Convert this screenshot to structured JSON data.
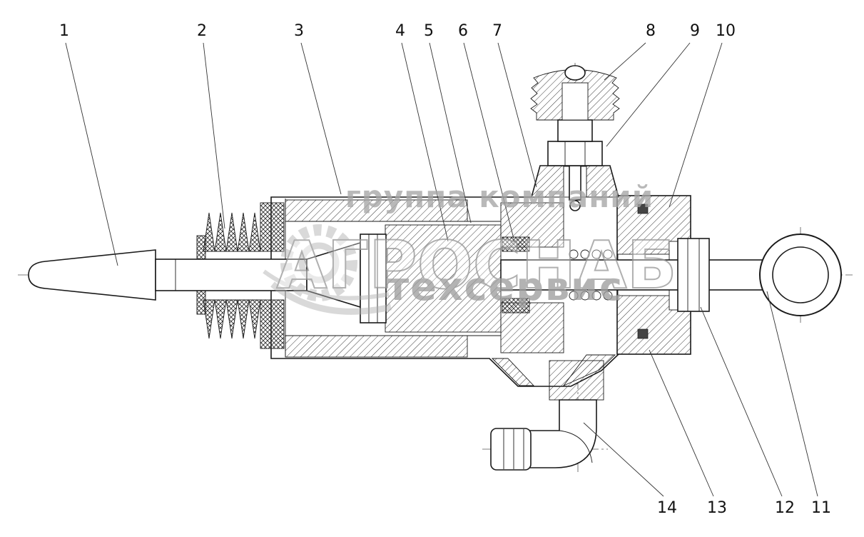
{
  "drawing": {
    "type": "technical-cross-section",
    "background": "#ffffff",
    "line_color": "#1a1a1a",
    "watermark_color": "#a6a6a6"
  },
  "watermark": {
    "line1": "группа компаний",
    "line2": "АГРОСНАБ",
    "line3": "техсервис"
  },
  "callouts": {
    "top": [
      "1",
      "2",
      "3",
      "4",
      "5",
      "6",
      "7",
      "8",
      "9",
      "10"
    ],
    "bottom": [
      "14",
      "13",
      "12",
      "11"
    ]
  }
}
